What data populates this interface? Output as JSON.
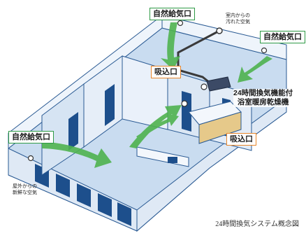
{
  "labels": {
    "natural_inlet": "自然給気口",
    "exhaust_inlet": "吸込口",
    "indoor_air": [
      "室内からの",
      "汚れた空気"
    ],
    "outdoor_air": [
      "屋外からの",
      "新鮮な空気"
    ],
    "ventilator": [
      "24時間換気機能付",
      "浴室暖房乾燥機"
    ],
    "caption": "24時間換気システム概念図"
  },
  "colors": {
    "wall": "#dfe9f5",
    "wall_top": "#eef4fb",
    "floor": "#c9dcf0",
    "window": "#1d4f8c",
    "outline": "#2a5a93",
    "arrow_green": "#4fb24f",
    "green_border": "#2e9a45",
    "orange_border": "#e8862a",
    "duct": "#3a3a3a"
  },
  "icons": [
    "vent-icon",
    "fresh-air-arrow-icon",
    "ventilator-unit-icon",
    "duct-icon"
  ]
}
